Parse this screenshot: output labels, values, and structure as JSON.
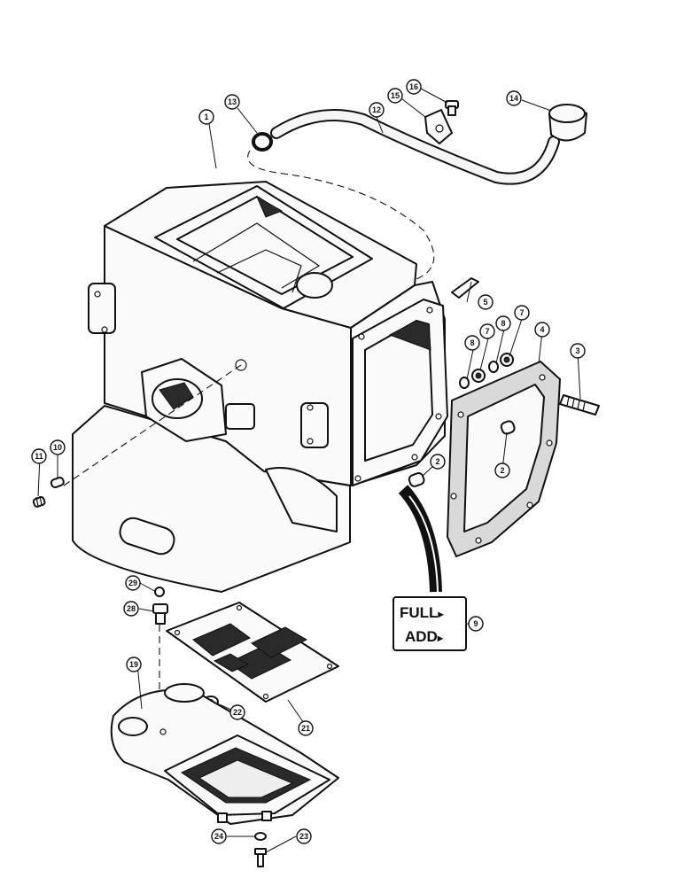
{
  "callouts": [
    {
      "id": "c1",
      "label": "1"
    },
    {
      "id": "c2a",
      "label": "2"
    },
    {
      "id": "c2b",
      "label": "2"
    },
    {
      "id": "c3",
      "label": "3"
    },
    {
      "id": "c4",
      "label": "4"
    },
    {
      "id": "c5",
      "label": "5"
    },
    {
      "id": "c7a",
      "label": "7"
    },
    {
      "id": "c7b",
      "label": "7"
    },
    {
      "id": "c8a",
      "label": "8"
    },
    {
      "id": "c8b",
      "label": "8"
    },
    {
      "id": "c9",
      "label": "9"
    },
    {
      "id": "c10",
      "label": "10"
    },
    {
      "id": "c11",
      "label": "11"
    },
    {
      "id": "c12",
      "label": "12"
    },
    {
      "id": "c13",
      "label": "13"
    },
    {
      "id": "c14",
      "label": "14"
    },
    {
      "id": "c15",
      "label": "15"
    },
    {
      "id": "c16",
      "label": "16"
    },
    {
      "id": "c19",
      "label": "19"
    },
    {
      "id": "c21",
      "label": "21"
    },
    {
      "id": "c22",
      "label": "22"
    },
    {
      "id": "c23",
      "label": "23"
    },
    {
      "id": "c24",
      "label": "24"
    },
    {
      "id": "c28",
      "label": "28"
    },
    {
      "id": "c29",
      "label": "29"
    }
  ],
  "dipstick_label": {
    "line1": "FULL",
    "line2": "ADD",
    "marker": "▸"
  }
}
